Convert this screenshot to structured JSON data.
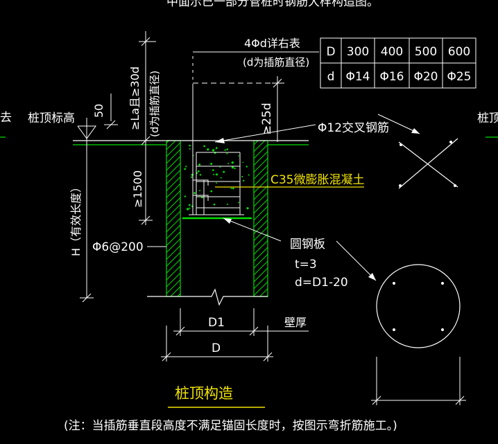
{
  "top_cut_text": "中面示已一部分管桩时钢筋大样构造图。",
  "labels": {
    "pile_top_elevation": "桩顶标高",
    "pile_top_elevation_right": "桩顶标",
    "left_edge_char": "去",
    "dim_50": "50",
    "la_dim": "≥La且≥30d",
    "la_note": "(d为插筋直径)",
    "dim_1500": "≥1500",
    "h_label": "H（有效长度）",
    "stirrup": "Φ6@200",
    "rebar_4d": "4Φd详右表",
    "rebar_4d_note": "(d为插筋直径)",
    "dim_25d": "≥25d",
    "cross_bar": "Φ12交叉钢筋",
    "concrete": "C35微膨胀混凝土",
    "plate": "圆钢板",
    "plate_t": "t=3",
    "plate_d": "d=D1-20",
    "d1": "D1",
    "d": "D",
    "wall": "壁厚",
    "title": "桩顶构造",
    "note": "(注：当插筋垂直段高度不满足锚固长度时，按图示弯折筋施工。)"
  },
  "table": {
    "rows": [
      [
        "D",
        "300",
        "400",
        "500",
        "600"
      ],
      [
        "d",
        "Φ14",
        "Φ16",
        "Φ20",
        "Φ25"
      ]
    ]
  },
  "colors": {
    "background": "#000000",
    "line": "#ffffff",
    "pile": "#00e000",
    "accent_text": "#f2e400"
  }
}
